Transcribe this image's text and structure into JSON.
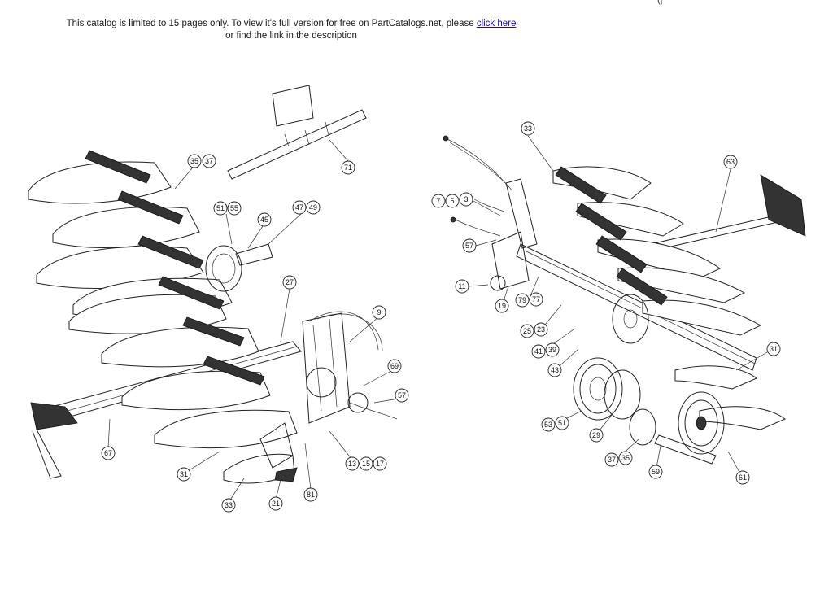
{
  "notice": {
    "line1_prefix": "This catalog is limited to 15 pages only. To view it's full version for free on PartCatalogs.net, please ",
    "link_text": "click here",
    "line2": "or find the link in the description"
  },
  "top_mark": "(|",
  "callouts_left": [
    "35",
    "37",
    "71",
    "51",
    "55",
    "47",
    "49",
    "45",
    "27",
    "9",
    "69",
    "57",
    "67",
    "31",
    "33",
    "21",
    "81",
    "13",
    "15",
    "17"
  ],
  "callouts_right": [
    "33",
    "63",
    "7",
    "5",
    "3",
    "57",
    "11",
    "19",
    "79",
    "77",
    "25",
    "23",
    "41",
    "39",
    "43",
    "31",
    "53",
    "51",
    "29",
    "37",
    "35",
    "59",
    "61"
  ]
}
